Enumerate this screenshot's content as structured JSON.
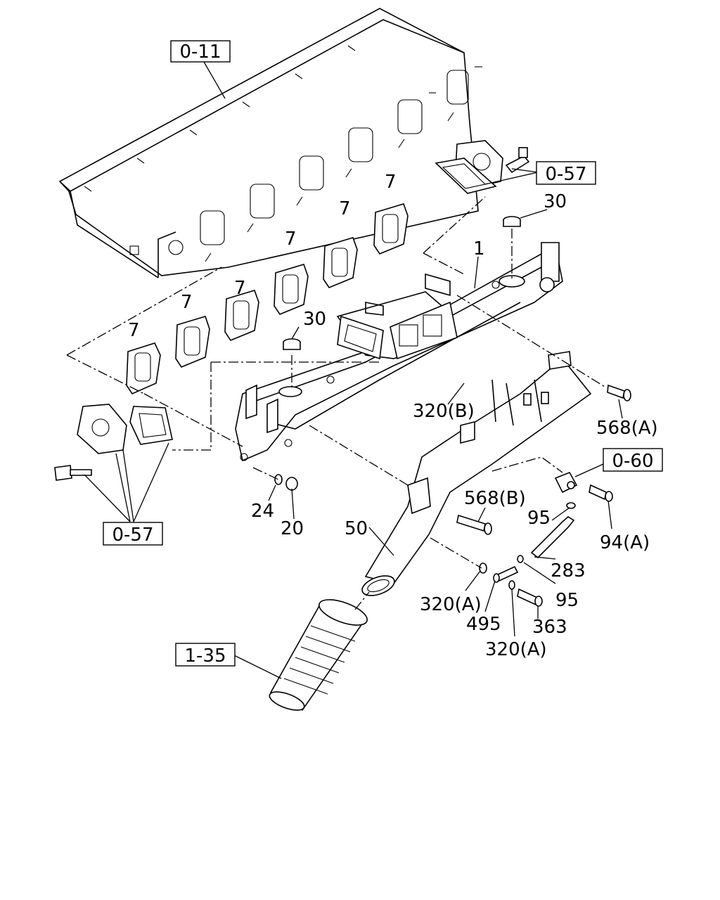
{
  "ref_boxes": {
    "r_0_11": "0-11",
    "r_0_57_top": "0-57",
    "r_0_60": "0-60",
    "r_0_57_bot": "0-57",
    "r_1_35": "1-35"
  },
  "parts": {
    "p7a": "7",
    "p7b": "7",
    "p7c": "7",
    "p7d": "7",
    "p7e": "7",
    "p7f": "7",
    "p30a": "30",
    "p30b": "30",
    "p1": "1",
    "p320b": "320(B)",
    "p568a": "568(A)",
    "p568b": "568(B)",
    "p24": "24",
    "p20": "20",
    "p50": "50",
    "p95a": "95",
    "p94a": "94(A)",
    "p283": "283",
    "p95b": "95",
    "p320a1": "320(A)",
    "p495": "495",
    "p363": "363",
    "p320a2": "320(A)"
  }
}
